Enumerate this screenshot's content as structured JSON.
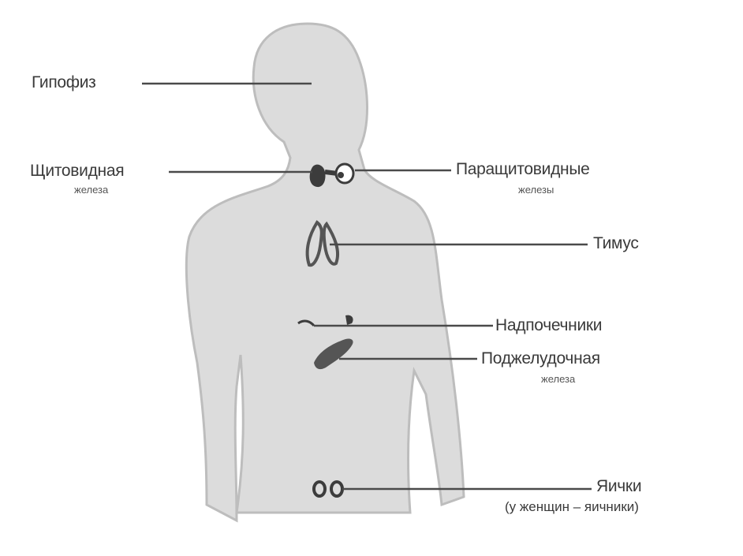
{
  "colors": {
    "body_fill": "#dcdcdc",
    "body_stroke": "#bdbdbd",
    "organ": "#3c3c3c",
    "leader": "#4a4a4a",
    "text": "#3a3a3a"
  },
  "labels": {
    "pituitary": "Гипофиз",
    "thyroid_line1": "Щитовидная",
    "thyroid_line2": "железа",
    "parathyroid_line1": "Паращитовидные",
    "parathyroid_line2": "железы",
    "thymus": "Тимус",
    "adrenal": "Надпочечники",
    "pancreas_line1": "Поджелудочная",
    "pancreas_line2": "железа",
    "gonads_line1": "Яички",
    "gonads_line2": "(у женщин – яичники)"
  }
}
